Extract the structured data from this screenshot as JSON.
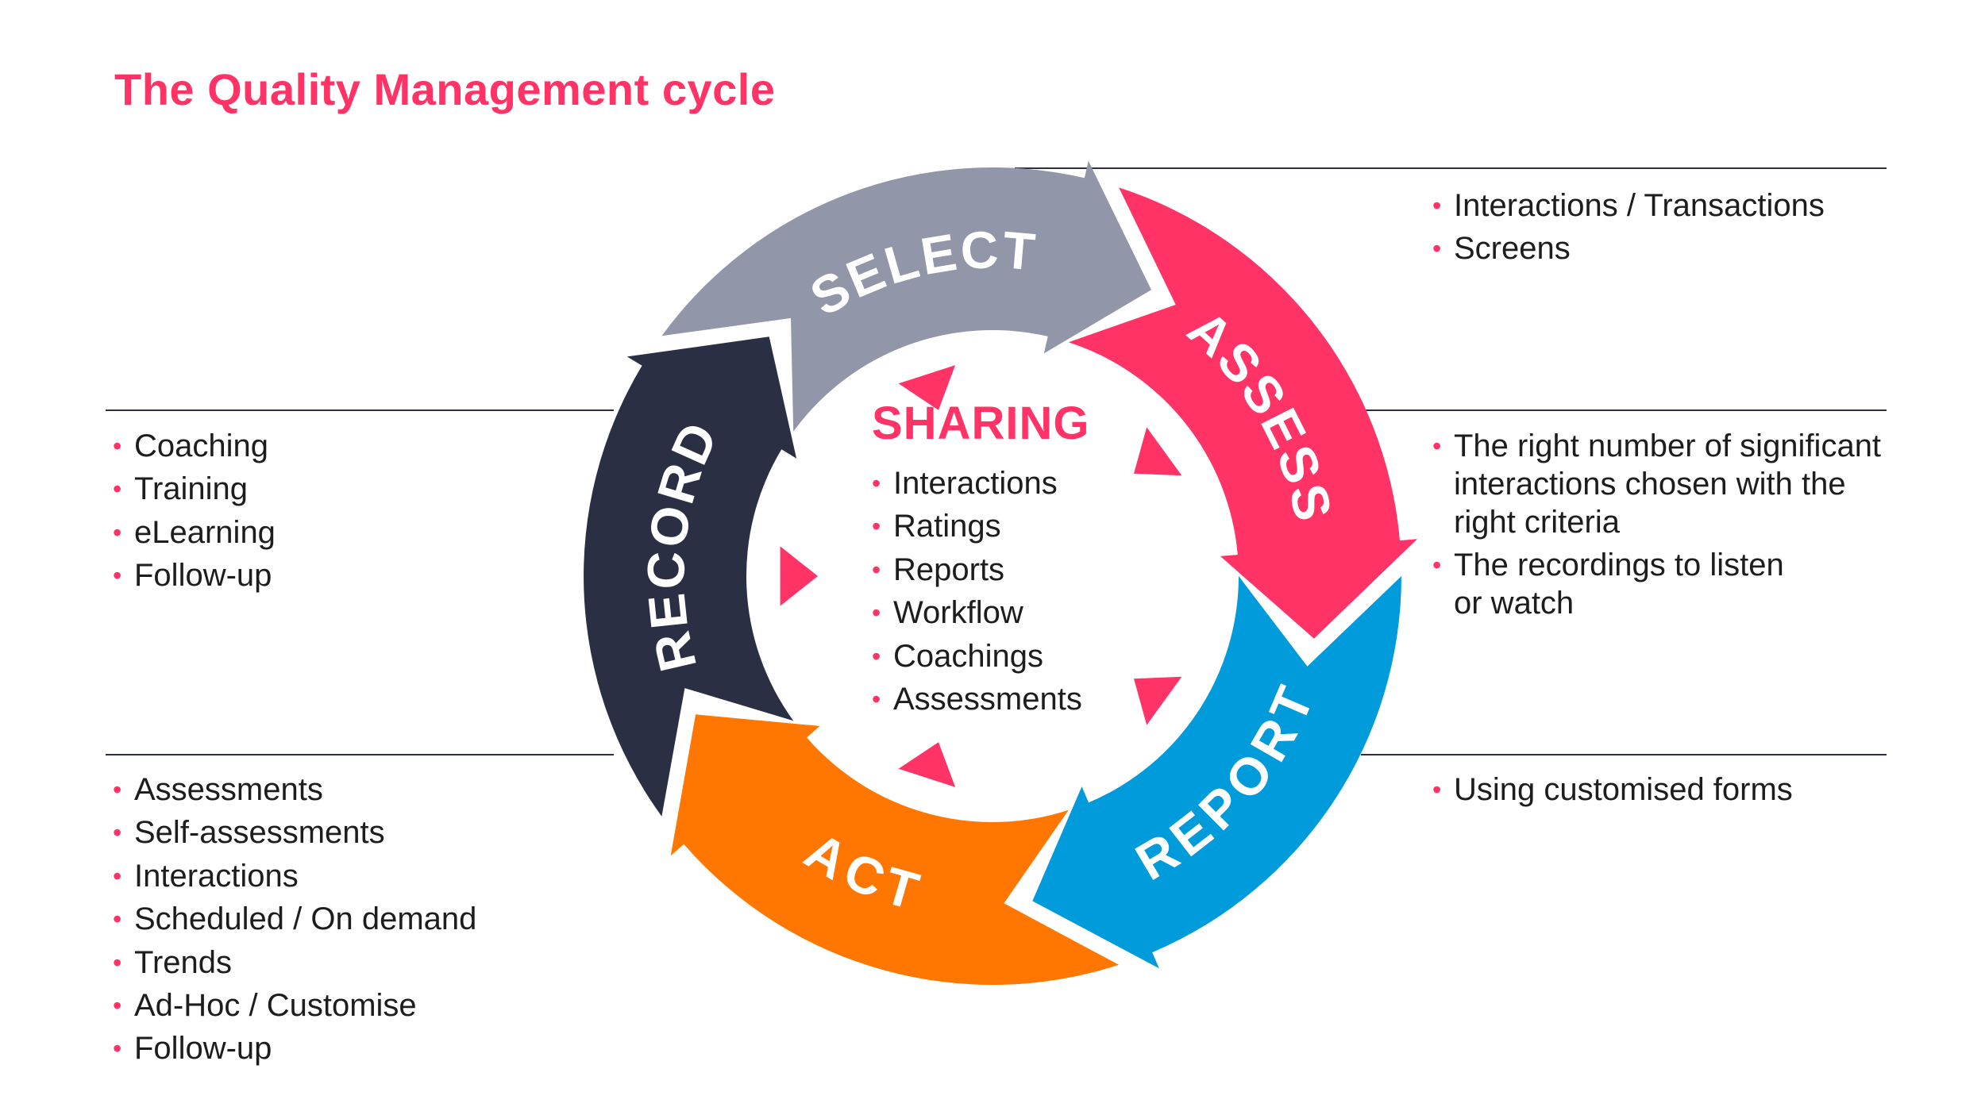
{
  "title": "The Quality Management cycle",
  "colors": {
    "accent": "#ff3366",
    "record": "#2a2f44",
    "select": "#9196a8",
    "assess": "#ff3366",
    "report": "#009bdb",
    "act": "#ff7700",
    "rule": "#2a2f44"
  },
  "cycle": {
    "steps": [
      "RECORD",
      "SELECT",
      "ASSESS",
      "REPORT",
      "ACT"
    ],
    "center": {
      "title": "SHARING",
      "items": [
        "Interactions",
        "Ratings",
        "Reports",
        "Workflow",
        "Coachings",
        "Assessments"
      ]
    }
  },
  "details": {
    "record": [
      "Interactions / Transactions",
      "Screens"
    ],
    "select": [
      "The right number of significant interactions chosen with the right criteria",
      "The recordings to listen or watch"
    ],
    "assess": [
      "Using customised forms"
    ],
    "act": [
      "Coaching",
      "Training",
      "eLearning",
      "Follow-up"
    ],
    "report": [
      "Assessments",
      "Self-assessments",
      "Interactions",
      "Scheduled / On demand",
      "Trends",
      "Ad-Hoc / Customise",
      "Follow-up"
    ]
  }
}
